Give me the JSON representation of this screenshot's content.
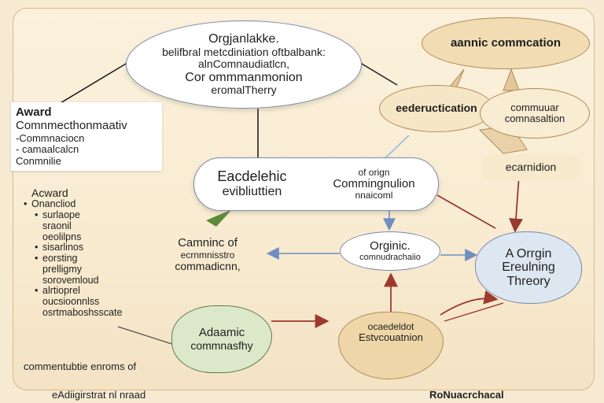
{
  "top_center": {
    "title": "Orgjanlakke.",
    "lines": [
      "belifbral metcdiniation oftbalbank:",
      "alnComnaudiatlcn,",
      "Cor ommmanmonion",
      "eromalTherry"
    ]
  },
  "top_right": {
    "label": "aannic commcation"
  },
  "edu_node": {
    "label": "eedeructication"
  },
  "comm_node": {
    "lines": [
      "commuuar",
      "comnasaltion"
    ]
  },
  "exam_node": {
    "label": "ecarnidion"
  },
  "center_node": {
    "left_lines": [
      "Eacdelehic",
      "evibliuttien"
    ],
    "right_lines": [
      "of orign",
      "Commingnulion",
      "nnaicoml"
    ]
  },
  "left_mid": {
    "lines": [
      "Camninc of",
      "ecrnmnisstro",
      "commadicnn,"
    ]
  },
  "origin_mid": {
    "lines": [
      "Orginic.",
      "comnudrachaiio"
    ]
  },
  "right_big": {
    "lines": [
      "A Orrgin",
      "Ereulning",
      "Threory"
    ]
  },
  "academic": {
    "lines": [
      "Adaamic",
      "commnasfhy"
    ]
  },
  "edu_bottom": {
    "lines": [
      "ocaedeldot",
      "Estvcouatnion"
    ]
  },
  "sidebar": {
    "head": "Award",
    "lines": [
      "Comnmecthonmaativ",
      "-Commnaciocn",
      "- camaalcalcn",
      "Conmnilie"
    ]
  },
  "list": {
    "head": "Acward",
    "items": [
      {
        "bullet": "•",
        "text": "Onancliod"
      },
      {
        "bullet": "•",
        "text": "surlaope",
        "sub": true
      },
      {
        "bullet": "",
        "text": "sraonil",
        "sub": true
      },
      {
        "bullet": "",
        "text": "oeolilpns",
        "sub": true
      },
      {
        "bullet": "•",
        "text": "sisarlinos",
        "sub": true
      },
      {
        "bullet": "•",
        "text": "eorsting",
        "sub": true
      },
      {
        "bullet": "",
        "text": "prelligmy",
        "sub": true
      },
      {
        "bullet": "",
        "text": "sorovemloud",
        "sub": true
      },
      {
        "bullet": "•",
        "text": "alrtioprel",
        "sub": true
      },
      {
        "bullet": "",
        "text": "oucsioonnlss",
        "sub": true
      },
      {
        "bullet": "",
        "text": "osrtmaboshsscate",
        "sub": true
      }
    ],
    "footer": "commentubtie enroms of"
  },
  "footer": {
    "left": "eAdiigirstrat nl nraad",
    "right": "RoNuacrchacal"
  },
  "colors": {
    "frame": "#d9b98c",
    "node_fill": "#ffffff",
    "node_border": "#7a8aa8",
    "tan_fill": "#f1dcb3",
    "tan_border": "#b38a58",
    "green_fill": "#dbe8c9",
    "blue_fill": "#dde7f1",
    "arrow_red": "#9b3a2e",
    "arrow_blue": "#6e8fc0",
    "arrow_green": "#5f8a3a"
  }
}
